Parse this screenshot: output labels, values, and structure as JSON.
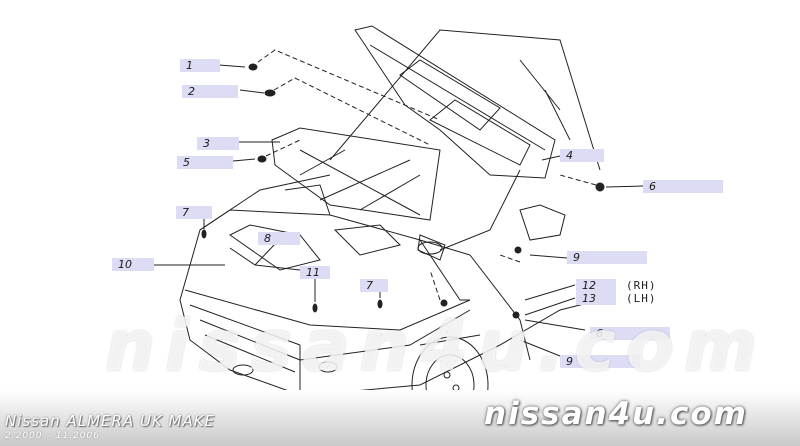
{
  "callouts": [
    {
      "label": "1"
    },
    {
      "label": "2"
    },
    {
      "label": "3"
    },
    {
      "label": "5"
    },
    {
      "label": "4"
    },
    {
      "label": "6"
    },
    {
      "label": "7"
    },
    {
      "label": "8"
    },
    {
      "label": "9"
    },
    {
      "label": "10"
    },
    {
      "label": "11"
    },
    {
      "label": "7"
    },
    {
      "label": "12"
    },
    {
      "label": "13"
    },
    {
      "label": "6"
    },
    {
      "label": "9"
    }
  ],
  "side_notes": {
    "rh": "(RH)",
    "lh": "(LH)"
  },
  "footer": {
    "model_title": "Nissan ALMERA UK MAKE",
    "model_years": "2.2000 – 11.2006",
    "brand_logo": "nissan4u.com"
  },
  "watermark": "nissan4u.com",
  "colors": {
    "callout_fill": "#dcdcf4",
    "line": "#222222",
    "footer_band": "#c9c9c9"
  }
}
